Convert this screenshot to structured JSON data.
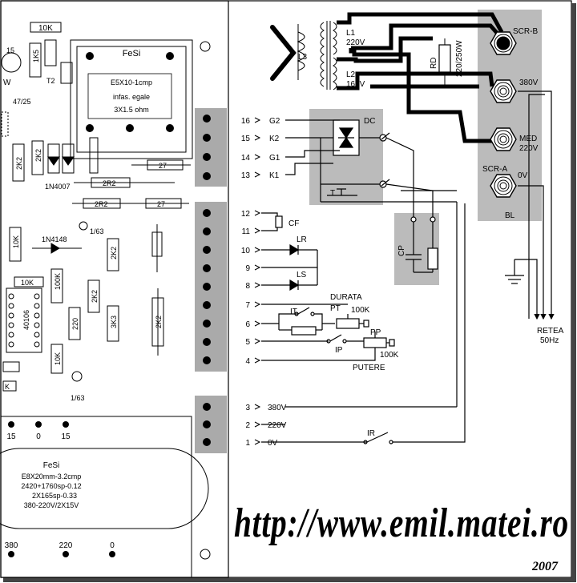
{
  "pcb": {
    "transformer_top": {
      "core": "FeSi",
      "l1": "E5X10-1cmp",
      "l2": "infas. egale",
      "l3": "3X1.5 ohm"
    },
    "transformer_bottom": {
      "core": "FeSi",
      "l1": "E8X20mm-3.2cmp",
      "l2": "2420+1760sp-0.12",
      "l3": "2X165sp-0.33",
      "l4": "380-220V/2X15V"
    },
    "labels": {
      "r10k_top": "10K",
      "r1k5": "1K5",
      "t2": "T2",
      "n15": "15",
      "w": "W",
      "c47": "47/25",
      "r2k2a": "2K2",
      "r2k2b": "2K2",
      "d1n4007": "1N4007",
      "r2r2a": "2R2",
      "r27a": "27",
      "r2r2b": "2R2",
      "r27b": "27",
      "c163a": "1/63",
      "r10k_left": "10K",
      "d1n4148": "1N4148",
      "r2k2c": "2K2",
      "r10k_mid": "10K",
      "r100k": "100K",
      "ic40106": "40106",
      "r2k2d": "2K2",
      "r220": "220",
      "r3k3": "3K3",
      "r2k2e": "2K2",
      "r10k_low": "10K",
      "c163b": "1/63",
      "k_lbl": "K",
      "t15a": "15",
      "t0": "0",
      "t15b": "15",
      "t380": "380",
      "t220": "220",
      "t0b": "0"
    }
  },
  "schematic": {
    "l1": "L1",
    "l1v": "220V",
    "l2": "L2",
    "l2v": "160V",
    "l3": "L3",
    "rd": "RD",
    "rdv": "220/250W",
    "scr_b": "SCR-B",
    "v380": "380V",
    "med": "MED",
    "v220": "220V",
    "scr_a": "SCR-A",
    "v0": "0V",
    "bl": "BL",
    "dc": "DC",
    "t": "T",
    "cp": "CP",
    "g2": "G2",
    "k2": "K2",
    "g1": "G1",
    "k1": "K1",
    "cf": "CF",
    "lr": "LR",
    "ls": "LS",
    "durata": "DURATA",
    "pt": "PT",
    "pt_val": "100K",
    "it": "IT",
    "pp": "PP",
    "pp_val": "100K",
    "ip": "IP",
    "putere": "PUTERE",
    "ir": "IR",
    "retea": "RETEA",
    "hz": "50Hz",
    "pins": [
      "16",
      "15",
      "14",
      "13",
      "12",
      "11",
      "10",
      "9",
      "8",
      "7",
      "6",
      "5",
      "4",
      "3",
      "2",
      "1"
    ],
    "pin_labels": {
      "p3": "380V",
      "p2": "220V",
      "p1": "0V"
    }
  },
  "watermark": {
    "url": "http://www.emil.matei.ro",
    "year": "2007"
  }
}
